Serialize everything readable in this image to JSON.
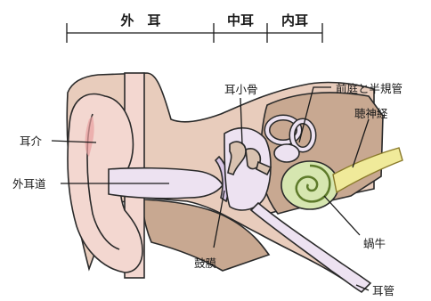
{
  "sections": {
    "outer_ear": "外　耳",
    "middle_ear": "中耳",
    "inner_ear": "内耳"
  },
  "parts": {
    "auricle": "耳介",
    "ear_canal": "外耳道",
    "ossicles": "耳小骨",
    "eardrum": "鼓膜",
    "vestibule_canals": "前庭と半規管",
    "auditory_nerve": "聴神経",
    "cochlea": "蝸牛",
    "eustachian_tube": "耳管"
  },
  "colors": {
    "skin": "#f3d7d0",
    "tissue": "#e8ccbc",
    "bone": "#c8a891",
    "canal": "#ede2f1",
    "cochlea": "#d6e6b0",
    "nerve": "#f0ea9a",
    "stroke": "#2a2a2a"
  }
}
